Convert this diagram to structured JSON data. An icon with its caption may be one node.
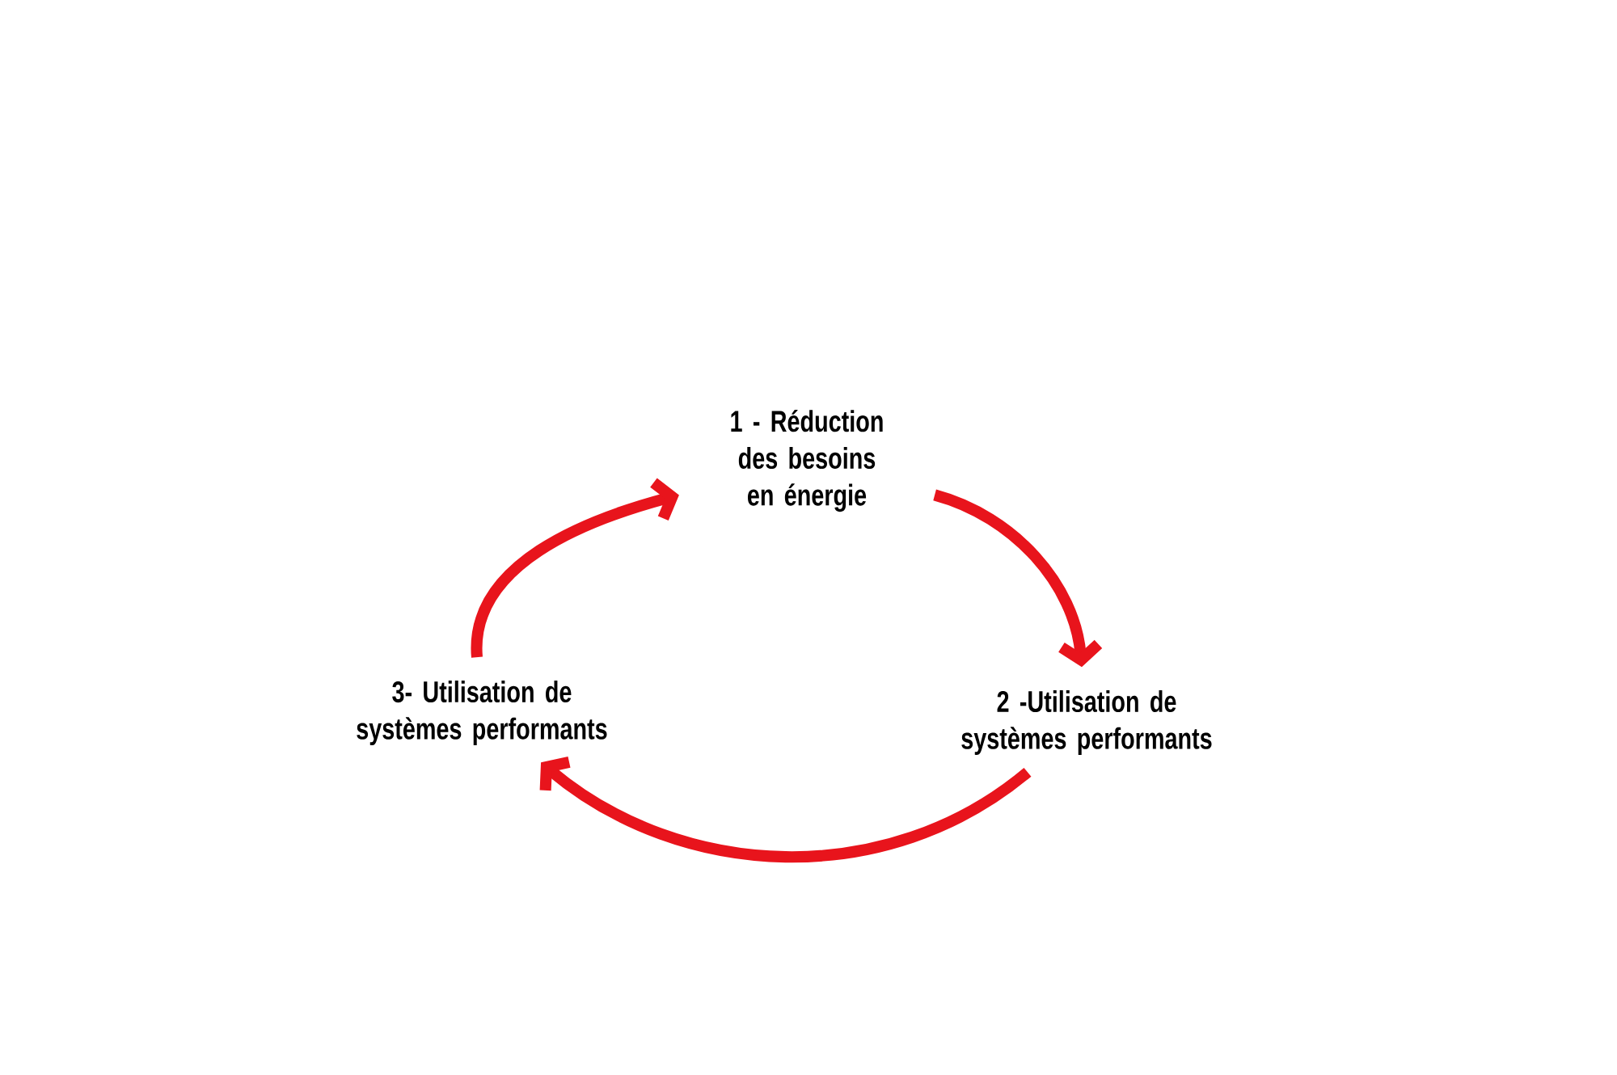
{
  "diagram": {
    "nodes": [
      {
        "text": [
          "1 - Réduction des besoins en énergie"
        ]
      },
      {
        "text": [
          "2 -Utilisation de systèmes performants"
        ]
      },
      {
        "text": [
          "3- Utilisation de systèmes performants"
        ]
      }
    ],
    "edges": [
      {
        "from": 0,
        "to": 1,
        "arrow": "to"
      },
      {
        "from": 1,
        "to": 2,
        "arrow": "to"
      },
      {
        "from": 2,
        "to": 0,
        "arrow": "to"
      }
    ]
  }
}
